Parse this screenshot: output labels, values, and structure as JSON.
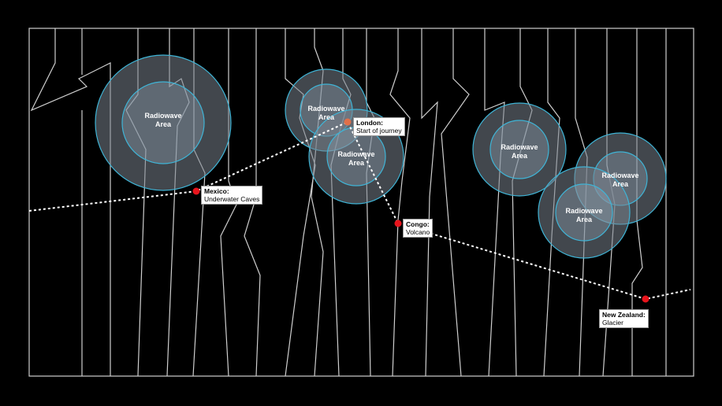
{
  "radiowave_areas": [
    {
      "line1": "Radiowave",
      "line2": "Area"
    },
    {
      "line1": "Radiowave",
      "line2": "Area"
    },
    {
      "line1": "Radiowave",
      "line2": "Area"
    },
    {
      "line1": "Radiowave",
      "line2": "Area"
    },
    {
      "line1": "Radiowave",
      "line2": "Area"
    },
    {
      "line1": "Radiowave",
      "line2": "Area"
    }
  ],
  "locations": [
    {
      "name": "Mexico:",
      "detail": "Underwater Caves",
      "color": "#e8141c"
    },
    {
      "name": "London:",
      "detail": "Start of journey",
      "color": "#e0704a"
    },
    {
      "name": "Congo:",
      "detail": "Volcano",
      "color": "#e8141c"
    },
    {
      "name": "New Zealand:",
      "detail": "Glacier",
      "color": "#e8141c"
    }
  ],
  "colors": {
    "ring": "#3fb4d6",
    "route": "#ffffff",
    "background": "#000000"
  }
}
